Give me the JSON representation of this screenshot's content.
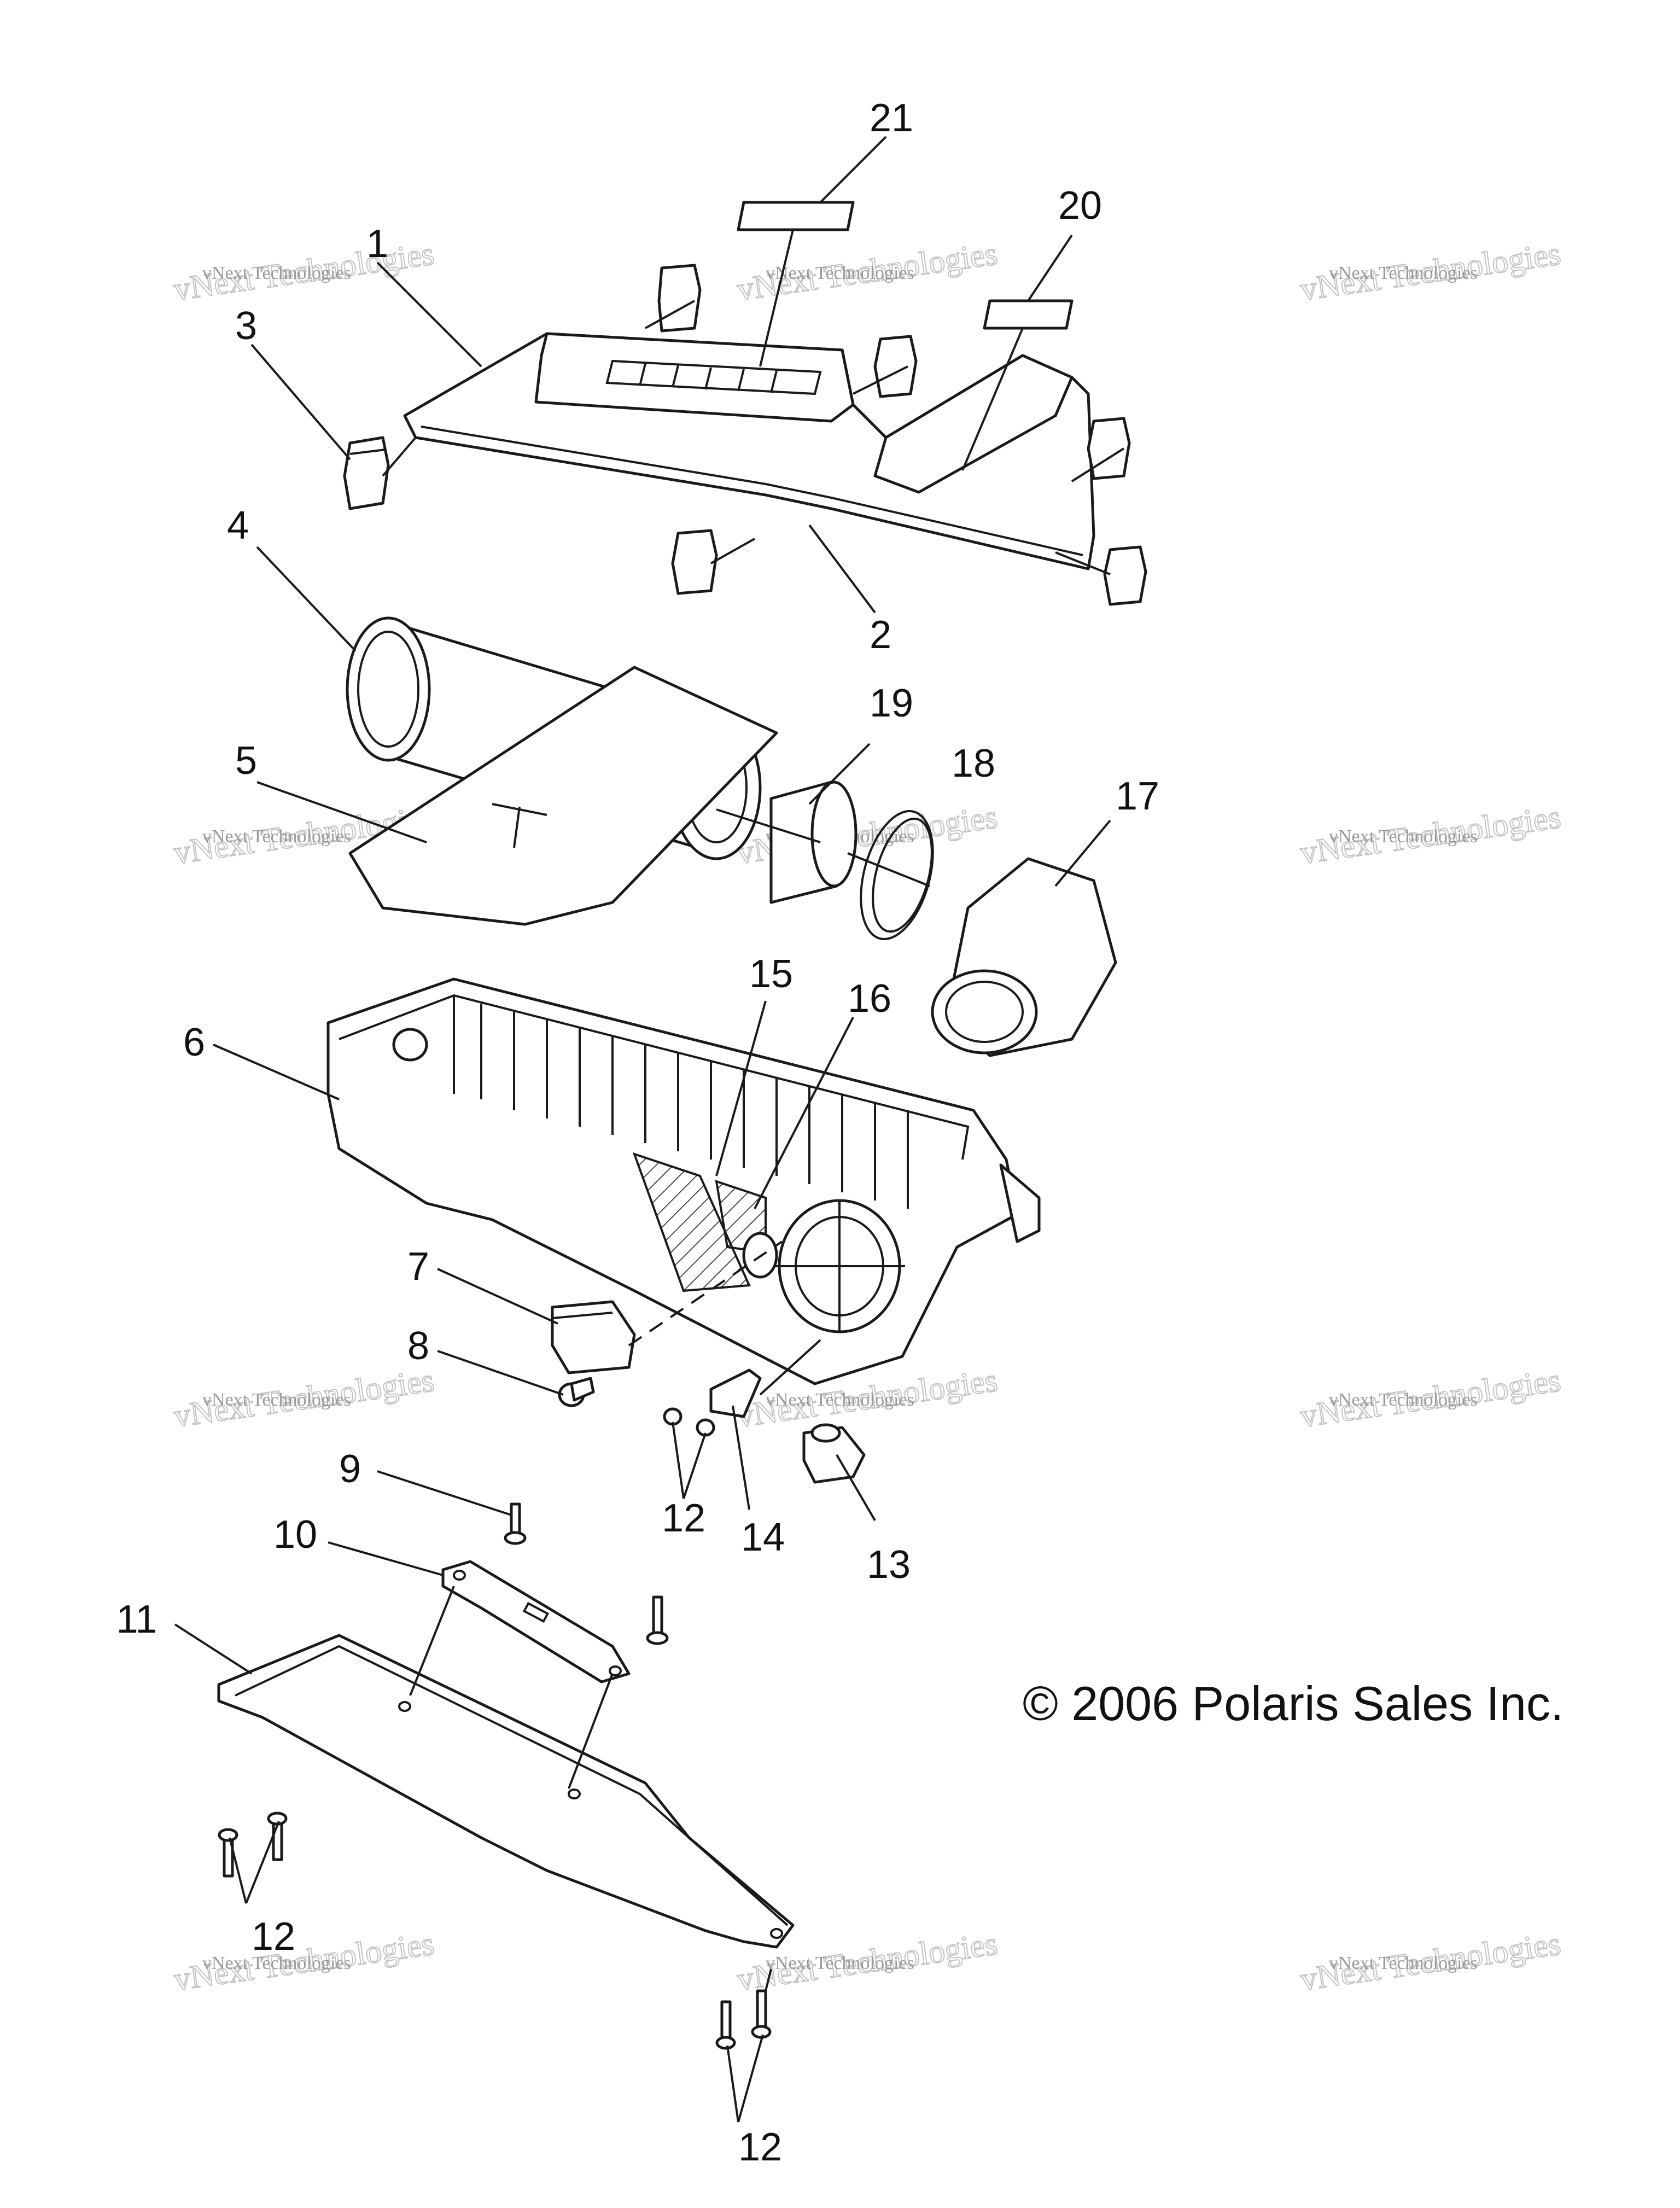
{
  "callouts": [
    "21",
    "20",
    "1",
    "3",
    "4",
    "2",
    "19",
    "18",
    "17",
    "5",
    "15",
    "16",
    "6",
    "7",
    "8",
    "12",
    "14",
    "13",
    "9",
    "10",
    "11",
    "12",
    "12"
  ],
  "copyright": "© 2006 Polaris Sales Inc.",
  "watermark": {
    "line1": "vNext Technologies",
    "line2": "vNext Technologies"
  }
}
